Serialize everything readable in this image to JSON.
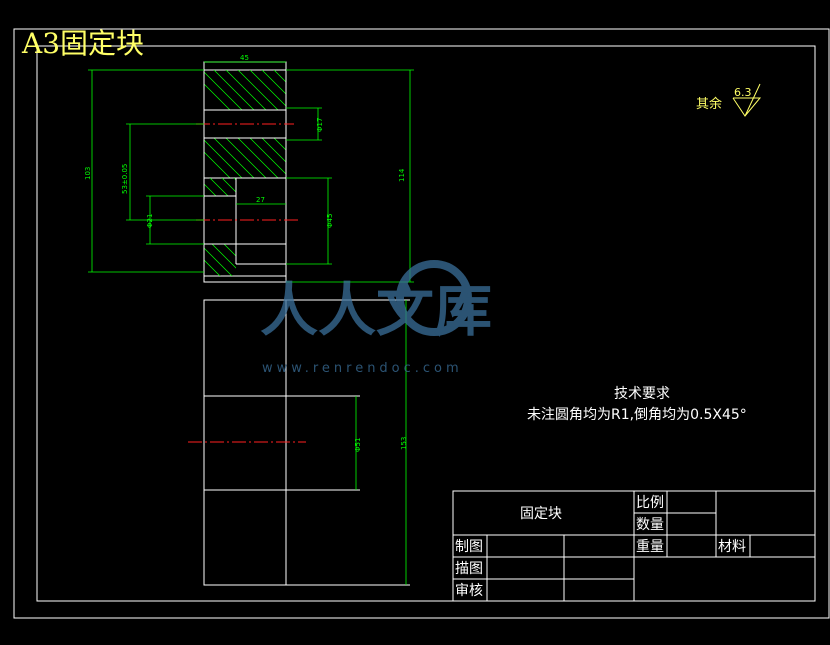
{
  "drawing": {
    "title": "A3固定块",
    "surface_note": {
      "prefix": "其余",
      "value": "6.3"
    },
    "tech_requirements": {
      "heading": "技术要求",
      "line1": "未注圆角均为R1,倒角均为0.5X45°"
    },
    "dimensions": {
      "top_width": "45",
      "small_hole_dia": "Φ17",
      "overall_height": "114",
      "left_outer_height": "103",
      "shaft_pos": "53±0.05",
      "bore_depth": "27",
      "bore_dia": "Φ45",
      "left_inner": "Φ21",
      "side_inner_dia": "Φ51",
      "side_height": "153"
    }
  },
  "title_block": {
    "part_name": "固定块",
    "scale_label": "比例",
    "quantity_label": "数量",
    "weight_label": "重量",
    "material_label": "材料",
    "drawn_label": "制图",
    "traced_label": "描图",
    "checked_label": "审核"
  },
  "watermark": {
    "text": "人人文库",
    "url": "www.renrendoc.com"
  },
  "colors": {
    "background": "#000000",
    "outline": "#ffffff",
    "dimension": "#00ff00",
    "centerline": "#ff2020",
    "title": "#ffff66",
    "watermark": "#3a6f9a"
  }
}
